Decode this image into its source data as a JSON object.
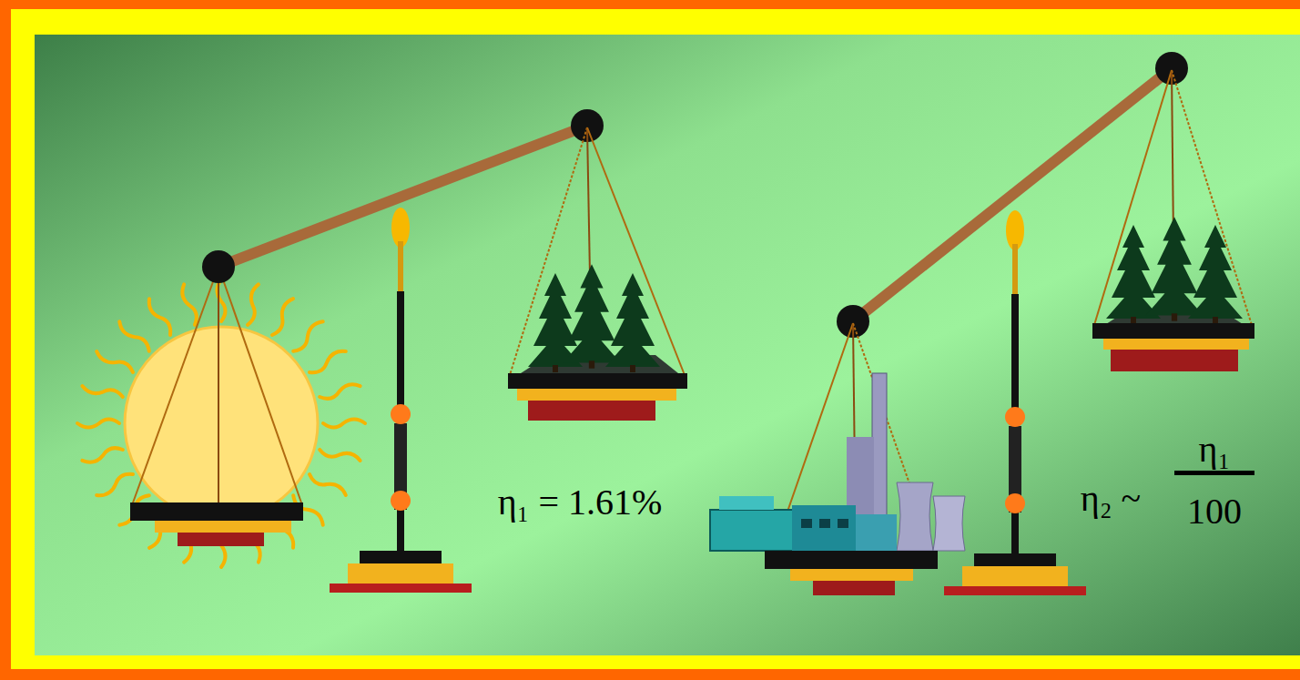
{
  "diagram": {
    "labels": [
      "η₁ = 1.61%",
      "η₂ ~",
      "η₁",
      "100"
    ]
  }
}
